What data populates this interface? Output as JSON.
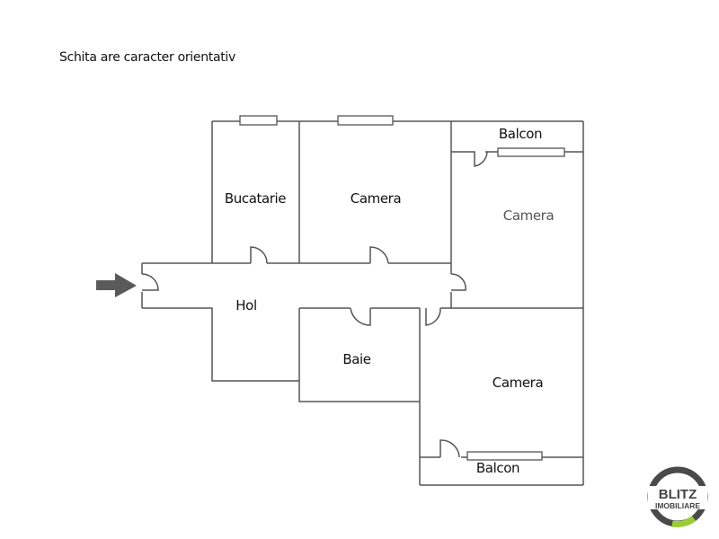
{
  "title": "Schita are caracter orientativ",
  "rooms": {
    "bucatarie": "Bucatarie",
    "camera1": "Camera",
    "camera2": "Camera",
    "camera3": "Camera",
    "balcon1": "Balcon",
    "balcon2": "Balcon",
    "hol": "Hol",
    "baie": "Baie"
  },
  "logo": {
    "line1": "BLITZ",
    "line2": "IMOBILIARE"
  },
  "colors": {
    "wall": "#555555",
    "arrow": "#5a5a5a",
    "logo_ring": "#4a4a4a",
    "logo_accent": "#9acd32"
  }
}
